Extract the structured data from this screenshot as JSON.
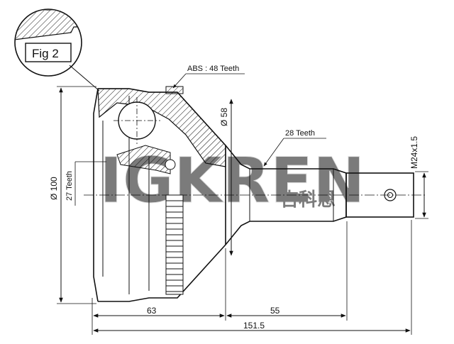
{
  "figure": {
    "label": "Fig 2"
  },
  "callouts": {
    "abs": "ABS : 48 Teeth",
    "shaft_teeth": "28 Teeth",
    "hub_teeth": "27 Teeth"
  },
  "dimensions": {
    "bell_diameter": "Ø 100",
    "shaft_diameter": "Ø 58",
    "thread": "M24x1.5",
    "length_bell": "63",
    "length_shaft": "55",
    "length_total": "151.5"
  },
  "watermark": {
    "brand": "IGKREN",
    "cjk": "吉科恩"
  },
  "colors": {
    "line": "#111111",
    "watermark": "#d9d9d9"
  }
}
